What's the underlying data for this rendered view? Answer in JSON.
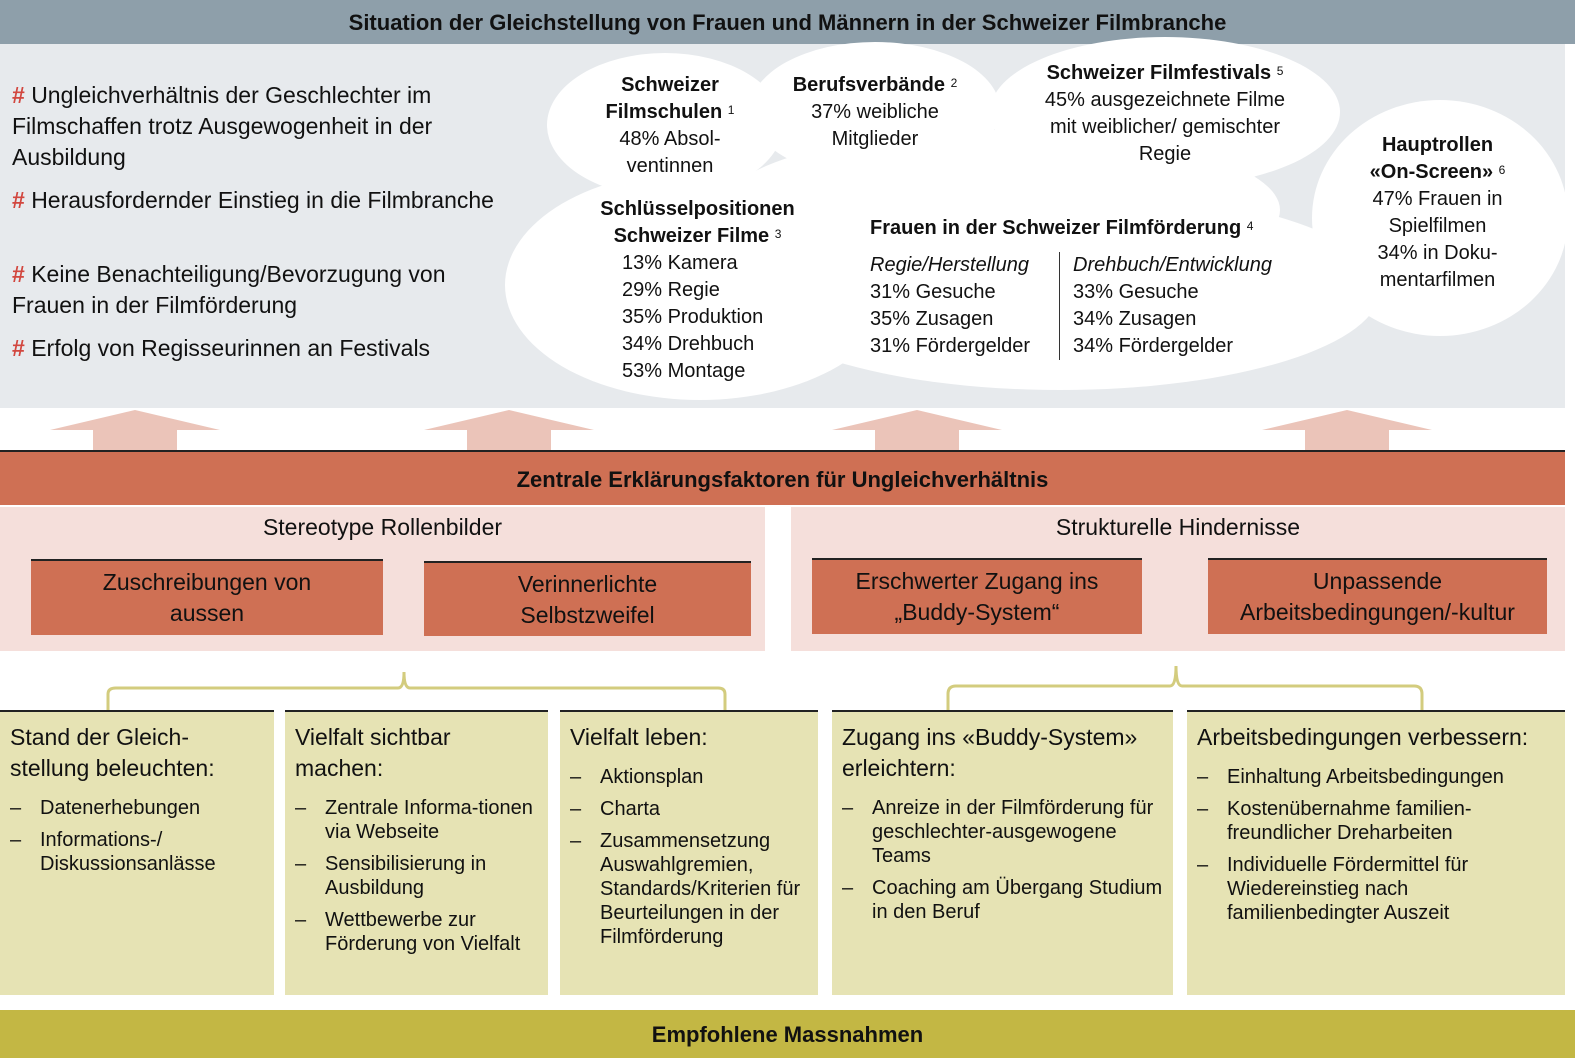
{
  "title": "Situation der Gleichstellung von Frauen und Männern in der Schweizer Filmbranche",
  "bullets": [
    "Ungleichverhältnis der Geschlechter im Filmschaffen trotz Ausgewogenheit in der Ausbildung",
    "Herausfordernder Einstieg in die Filmbranche",
    "Keine Benachteiligung/Bevorzugung von Frauen in der Filmförderung",
    "Erfolg von Regisseurinnen an Festivals"
  ],
  "bullet_marker": "#",
  "clouds": {
    "filmschulen": {
      "title1": "Schweizer",
      "title2": "Filmschulen",
      "ref": "1",
      "l1": "48% Absol-",
      "l2": "ventinnen"
    },
    "verbaende": {
      "title": "Berufsverbände",
      "ref": "2",
      "l1": "37% weibliche",
      "l2": "Mitglieder"
    },
    "festivals": {
      "title": "Schweizer Filmfestivals",
      "ref": "5",
      "l1": "45% ausgezeichnete Filme",
      "l2": "mit weiblicher/ gemischter",
      "l3": "Regie"
    },
    "hauptrollen": {
      "title1": "Hauptrollen",
      "title2": "«On-Screen»",
      "ref": "6",
      "l1": "47% Frauen in",
      "l2": "Spielfilmen",
      "l3": "34% in Doku-",
      "l4": "mentarfilmen"
    },
    "schluessel": {
      "title1": "Schlüsselpositionen",
      "title2": "Schweizer Filme",
      "ref": "3",
      "items": [
        "13% Kamera",
        "29% Regie",
        "35% Produktion",
        "34% Drehbuch",
        "53% Montage"
      ]
    },
    "foerderung": {
      "title": "Frauen in der Schweizer Filmförderung",
      "ref": "4",
      "col1": {
        "head": "Regie/Herstellung",
        "items": [
          "31% Gesuche",
          "35% Zusagen",
          "31% Fördergelder"
        ]
      },
      "col2": {
        "head": "Drehbuch/Entwicklung",
        "items": [
          "33% Gesuche",
          "34% Zusagen",
          "34% Fördergelder"
        ]
      }
    }
  },
  "factors": {
    "title": "Zentrale Erklärungsfaktoren für Ungleichverhältnis",
    "groups": [
      {
        "label": "Stereotype Rollenbilder",
        "boxes": [
          [
            "Zuschreibungen von",
            "aussen"
          ],
          [
            "Verinnerlichte",
            "Selbstzweifel"
          ]
        ]
      },
      {
        "label": "Strukturelle Hindernisse",
        "boxes": [
          [
            "Erschwerter Zugang ins",
            "„Buddy-System“"
          ],
          [
            "Unpassende",
            "Arbeitsbedingungen/-kultur"
          ]
        ]
      }
    ]
  },
  "measures": [
    {
      "head": "Stand der Gleich-stellung beleuchten:",
      "items": [
        "Datenerhebungen",
        "Informations-/ Diskussionsanlässe"
      ]
    },
    {
      "head": "Vielfalt sichtbar machen:",
      "items": [
        "Zentrale Informa-tionen via Webseite",
        "Sensibilisierung in Ausbildung",
        "Wettbewerbe zur Förderung von Vielfalt"
      ]
    },
    {
      "head": "Vielfalt leben:",
      "items": [
        "Aktionsplan",
        "Charta",
        "Zusammensetzung Auswahlgremien, Standards/Kriterien für Beurteilungen in der Filmförderung"
      ]
    },
    {
      "head": "Zugang ins «Buddy-System» erleichtern:",
      "items": [
        "Anreize in der Filmförderung für geschlechter-ausgewogene Teams",
        "Coaching am Übergang Studium in den Beruf"
      ]
    },
    {
      "head": "Arbeitsbedingungen verbessern:",
      "items": [
        "Einhaltung Arbeitsbedingungen",
        "Kostenübernahme familien-freundlicher Dreharbeiten",
        "Individuelle Fördermittel für Wiedereinstieg nach familienbedingter Auszeit"
      ]
    }
  ],
  "bottom": "Empfohlene Massnahmen",
  "colors": {
    "title_bar": "#8e9faa",
    "factor_bar": "#cf7054",
    "measure_bar": "#c3b744",
    "hash": "#d2473f"
  }
}
